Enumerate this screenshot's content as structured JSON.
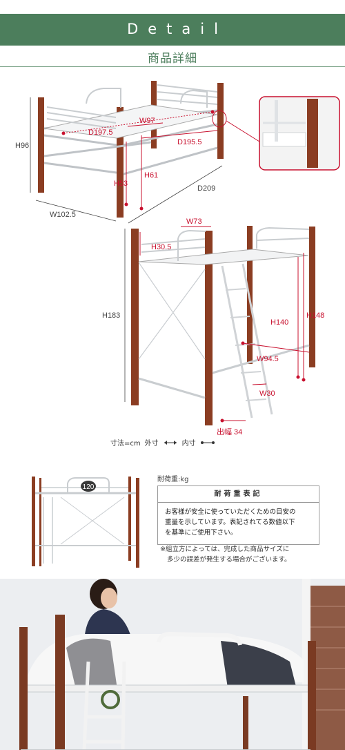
{
  "header": {
    "title": "Detail",
    "subtitle": "商品詳細"
  },
  "dimensions": {
    "low": {
      "height": "H96",
      "width": "W102.5",
      "depth": "D209",
      "inner_depth": "D197.5",
      "inner_width": "W97",
      "rail_depth": "D195.5",
      "floor_height": "H53",
      "deck_height": "H61"
    },
    "loft": {
      "top_width": "W73",
      "guard_height": "H30.5",
      "total_height": "H183",
      "height_140": "H140",
      "height_148": "H148",
      "under_width": "W94.5",
      "ladder_width": "W30",
      "ladder_depth": "出幅 34"
    }
  },
  "legend": {
    "unit": "寸法=cm",
    "outer": "外寸",
    "inner": "内寸"
  },
  "load": {
    "unit_label": "耐荷重:kg",
    "capacity": "120",
    "box_title": "耐荷重表記",
    "lines": [
      "お客様が安全に使っていただくための目安の",
      "重量を示しています。表記されてる数値以下",
      "を基準にご使用下さい。"
    ],
    "note_lines": [
      "※組立方によっては、完成した商品サイズに",
      "多少の誤差が発生する場合がございます。"
    ]
  },
  "colors": {
    "banner": "#4c7e5c",
    "wood": "#8b3d22",
    "accent": "#c8102e"
  }
}
